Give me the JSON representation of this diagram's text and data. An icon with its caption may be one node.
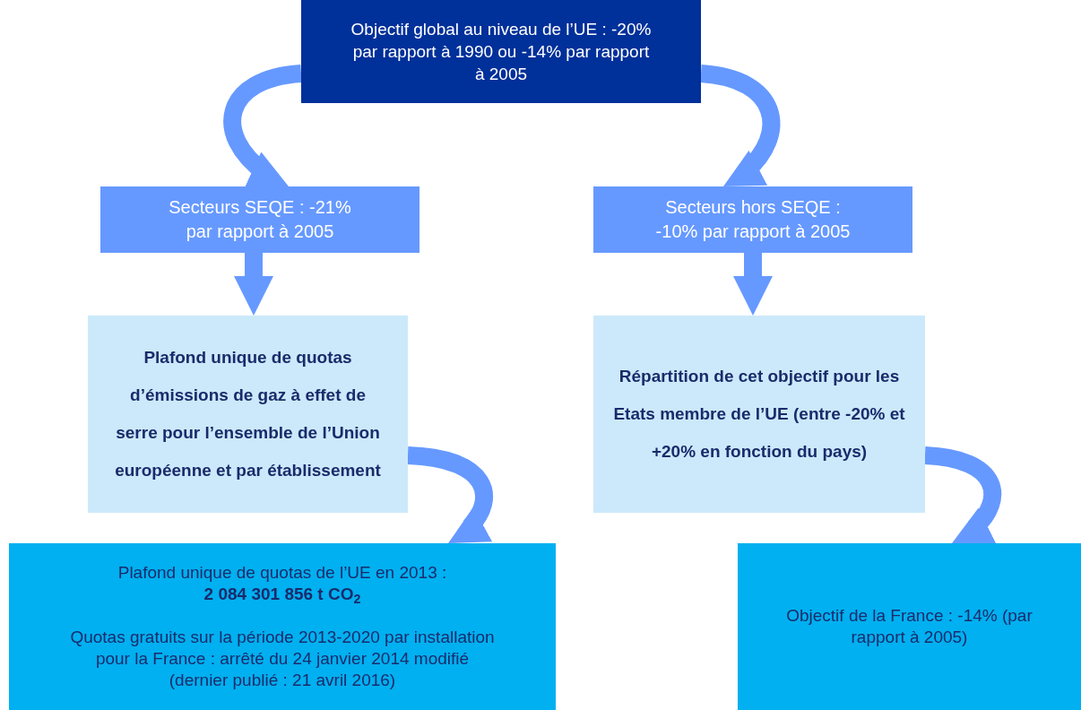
{
  "diagram": {
    "nodes": [
      {
        "text": [
          "Objectif global au niveau de l’UE : -20% par rapport à 1990 ou -14% par rapport à 2005"
        ]
      },
      {
        "text": [
          "Secteurs SEQE : -21% par rapport à 2005"
        ]
      },
      {
        "text": [
          "Secteurs hors SEQE : -10% par rapport à 2005"
        ]
      },
      {
        "text": [
          "Plafond unique de quotas d’émissions de gaz à effet de serre pour l’ensemble de l’Union européenne et par établissement"
        ]
      },
      {
        "text": [
          "Répartition de cet objectif pour les Etats membre de l’UE (entre -20% et +20% en fonction du pays)"
        ]
      },
      {
        "text": [
          "Plafond unique de quotas de l’UE en 2013 :",
          "**2 084 301 856 t CO**$_{2}$",
          "Quotas gratuits sur la période 2013-2020 par installation pour la France : arrêté du 24 janvier 2014 modifié (dernier publié : 21 avril 2016)"
        ]
      },
      {
        "text": [
          "Objectif de la France : -14% (par rapport à 2005)"
        ]
      }
    ],
    "edges": [
      {
        "from": 0,
        "to": 1,
        "arrow": "to"
      },
      {
        "from": 0,
        "to": 2,
        "arrow": "to"
      },
      {
        "from": 1,
        "to": 3,
        "arrow": "to"
      },
      {
        "from": 2,
        "to": 4,
        "arrow": "to"
      },
      {
        "from": 3,
        "to": 5,
        "arrow": "to"
      },
      {
        "from": 4,
        "to": 6,
        "arrow": "to"
      }
    ]
  }
}
